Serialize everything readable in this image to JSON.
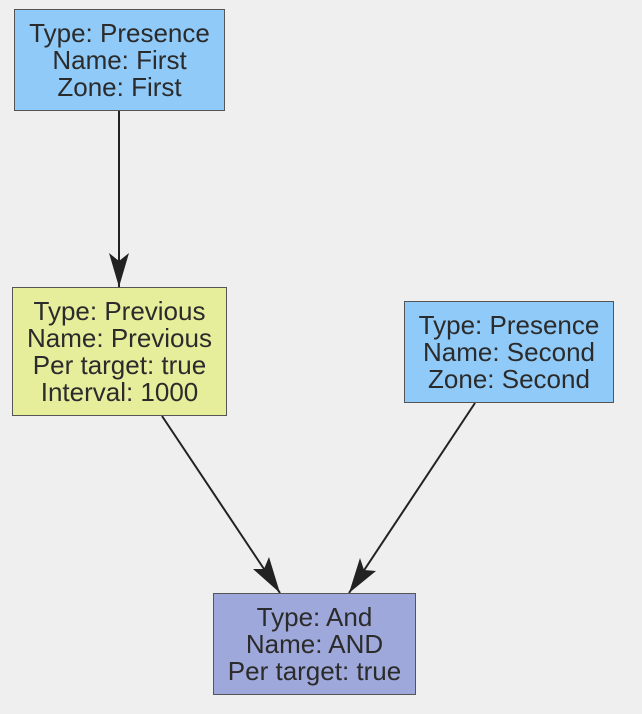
{
  "colors": {
    "background": "#efefef",
    "presence_fill": "#90caf9",
    "previous_fill": "#e6ee9c",
    "and_fill": "#9fa8da",
    "border": "#555555",
    "edge": "#222222"
  },
  "nodes": {
    "first": {
      "lines": [
        "Type: Presence",
        "Name: First",
        "Zone: First"
      ]
    },
    "previous": {
      "lines": [
        "Type: Previous",
        "Name: Previous",
        "Per target: true",
        "Interval: 1000"
      ]
    },
    "second": {
      "lines": [
        "Type: Presence",
        "Name: Second",
        "Zone: Second"
      ]
    },
    "and": {
      "lines": [
        "Type: And",
        "Name: AND",
        "Per target: true"
      ]
    }
  },
  "edges": [
    {
      "from": "First",
      "to": "Previous"
    },
    {
      "from": "Previous",
      "to": "AND"
    },
    {
      "from": "Second",
      "to": "AND"
    }
  ]
}
